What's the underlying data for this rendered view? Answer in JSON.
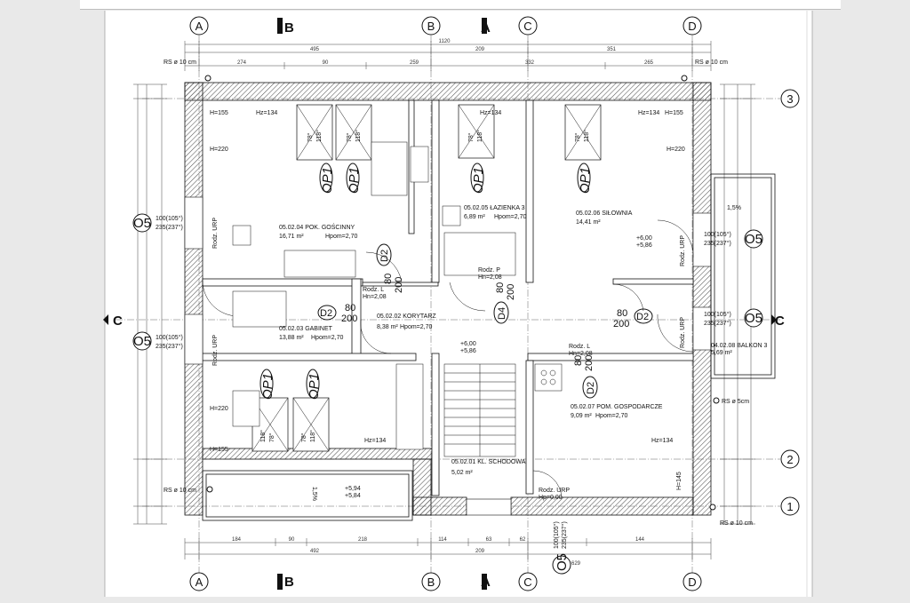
{
  "axes": {
    "columns": [
      "A",
      "B",
      "C",
      "D"
    ],
    "rows": [
      "1",
      "2",
      "3"
    ]
  },
  "sections": {
    "b": "B",
    "a": "A",
    "c": "C"
  },
  "dims_top": {
    "overall": "1120",
    "row1": [
      "495",
      "209",
      "351"
    ],
    "row2": [
      "274",
      "90",
      "259",
      "332",
      "265"
    ],
    "rs_left": "RS ø 10 cm",
    "rs_right": "RS ø 10 cm"
  },
  "dims_bottom": {
    "row1": [
      "184",
      "90",
      "218",
      "114",
      "63",
      "62",
      "144"
    ],
    "row2": [
      "492",
      "209",
      "629"
    ],
    "vert": [
      "100(105)",
      "235(237)"
    ]
  },
  "rooms": {
    "goscinny": {
      "name": "05.02.04 POK. GOŚCINNY",
      "area": "16,71 m²",
      "hpom": "Hpom=2,70"
    },
    "lazienka": {
      "name": "05.02.05 ŁAZIENKA 3",
      "area": "6,89 m²",
      "hpom": "Hpom=2,70"
    },
    "silownia": {
      "name": "05.02.06 SIŁOWNIA",
      "area": "14,41 m²"
    },
    "gabinet": {
      "name": "05.02.03 GABINET",
      "area": "13,88 m²",
      "hpom": "Hpom=2,70"
    },
    "korytarz": {
      "name": "05.02.02 KORYTARZ",
      "area": "8,38 m²",
      "hpom": "Hpom=2,70"
    },
    "balkon": {
      "name": "04.02.08 BALKON 3",
      "area": "5,69 m²"
    },
    "gospodarcze": {
      "name": "05.02.07 POM. GOSPODARCZE",
      "area": "9,09 m²",
      "hpom": "Hpom=2,70"
    },
    "schodowa": {
      "name": "05.02.01 KL. SCHODOWA",
      "area": "5,02 m²"
    }
  },
  "markers": {
    "op1": "OP1",
    "o5": "O5",
    "d2": "D2",
    "d4": "D4"
  },
  "labels": {
    "h155": "H=155",
    "hz134": "Hz=134",
    "h220": "H=220",
    "h145": "H=145",
    "rodz_l": "Rodz. L",
    "rodz_p": "Rodz. P",
    "rodz_urp": "Rodz. URP",
    "hn208": "Hn=2,08",
    "hp000": "Hp=0,00",
    "w78": "78°",
    "w118": "118°",
    "dim80": "80",
    "dim200": "200",
    "lv600": "+6,00",
    "lv586": "+5,86",
    "lv594": "+5,94",
    "lv584": "+5,84",
    "slope15": "1,5%",
    "rs5": "RS ø 5cm",
    "o5_size": "100(105°)",
    "o5_size2": "235(237°)"
  }
}
